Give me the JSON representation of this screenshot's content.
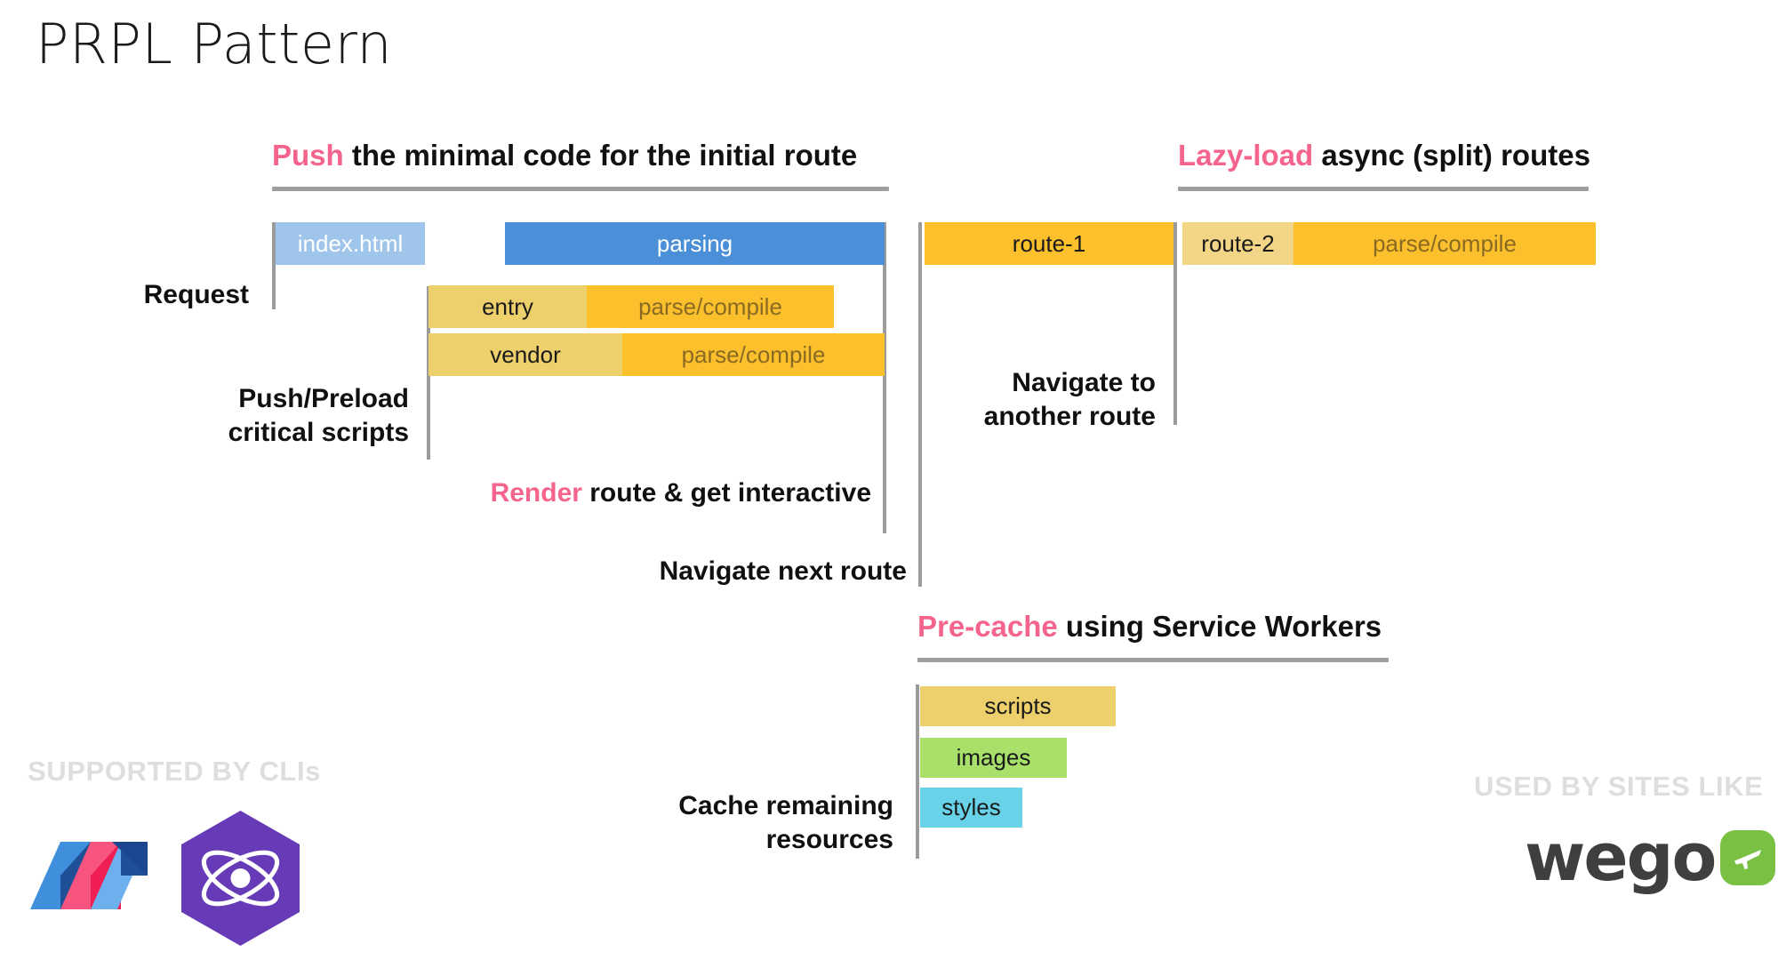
{
  "title": "PRPL Pattern",
  "sections": {
    "push": {
      "keyword": "Push",
      "rest": " the minimal code for the initial route"
    },
    "lazy": {
      "keyword": "Lazy-load",
      "rest": " async (split) routes"
    },
    "precache": {
      "keyword": "Pre-cache",
      "rest": " using Service Workers"
    }
  },
  "labels": {
    "request": "Request",
    "push_preload": "Push/Preload\ncritical scripts",
    "render_keyword": "Render",
    "render_rest": " route & get interactive",
    "navigate_next": "Navigate next route",
    "navigate_another": "Navigate to\nanother route",
    "cache_remaining": "Cache remaining\nresources"
  },
  "bars": {
    "index_html": "index.html",
    "parsing": "parsing",
    "entry": "entry",
    "entry_parse": "parse/compile",
    "vendor": "vendor",
    "vendor_parse": "parse/compile",
    "route_1": "route-1",
    "route_2": "route-2",
    "route_2_parse": "parse/compile",
    "scripts": "scripts",
    "images": "images",
    "styles": "styles"
  },
  "footer": {
    "supported_by": "SUPPORTED BY CLIs",
    "used_by": "USED BY SITES LIKE",
    "wego_wordmark": "wego"
  },
  "colors": {
    "accent_pink": "#f4648c",
    "blue_light": "#9fc5ea",
    "blue": "#4a8fd7",
    "gold_light": "#edcf6b",
    "gold": "#fcc02d",
    "green": "#a8e06a",
    "cyan": "#68d2e8",
    "guide_gray": "#9b9b9b",
    "footer_gray": "#dedede",
    "wego_green": "#7ac143",
    "preact_purple": "#673ab8"
  },
  "chart_data": {
    "type": "bar",
    "title": "PRPL Pattern",
    "groups": [
      {
        "name": "Push the minimal code for the initial route",
        "bars": [
          {
            "label": "index.html",
            "start": 310,
            "end": 478,
            "color": "#9fc5ea"
          },
          {
            "label": "parsing",
            "start": 568,
            "end": 995,
            "color": "#4a8fd7"
          },
          {
            "label": "entry",
            "start": 482,
            "end": 660,
            "color": "#edcf6b"
          },
          {
            "label": "parse/compile",
            "start": 660,
            "end": 938,
            "color": "#fcc02d"
          },
          {
            "label": "vendor",
            "start": 482,
            "end": 700,
            "color": "#edcf6b"
          },
          {
            "label": "parse/compile",
            "start": 700,
            "end": 995,
            "color": "#fcc02d"
          }
        ]
      },
      {
        "name": "Lazy-load async (split) routes",
        "bars": [
          {
            "label": "route-1",
            "start": 1040,
            "end": 1320,
            "color": "#fcc02d"
          },
          {
            "label": "route-2",
            "start": 1330,
            "end": 1455,
            "color": "#f2d586"
          },
          {
            "label": "parse/compile",
            "start": 1455,
            "end": 1795,
            "color": "#fcc02d"
          }
        ]
      },
      {
        "name": "Pre-cache using Service Workers",
        "bars": [
          {
            "label": "scripts",
            "start": 1035,
            "end": 1255,
            "color": "#edcf6b"
          },
          {
            "label": "images",
            "start": 1035,
            "end": 1200,
            "color": "#a8e06a"
          },
          {
            "label": "styles",
            "start": 1035,
            "end": 1150,
            "color": "#68d2e8"
          }
        ]
      }
    ]
  }
}
